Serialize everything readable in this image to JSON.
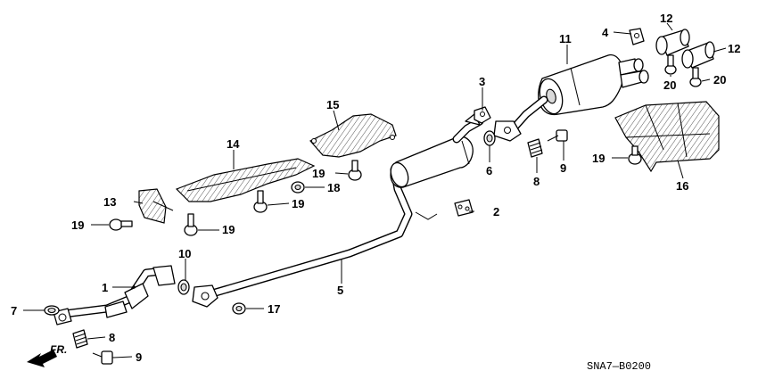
{
  "diagram_code": "SNA7—B0200",
  "direction_label": "FR.",
  "callouts": [
    "1",
    "2",
    "3",
    "4",
    "5",
    "6",
    "7",
    "8",
    "8",
    "9",
    "9",
    "10",
    "11",
    "12",
    "12",
    "13",
    "14",
    "15",
    "16",
    "17",
    "18",
    "19",
    "19",
    "19",
    "19",
    "19",
    "20",
    "20"
  ]
}
